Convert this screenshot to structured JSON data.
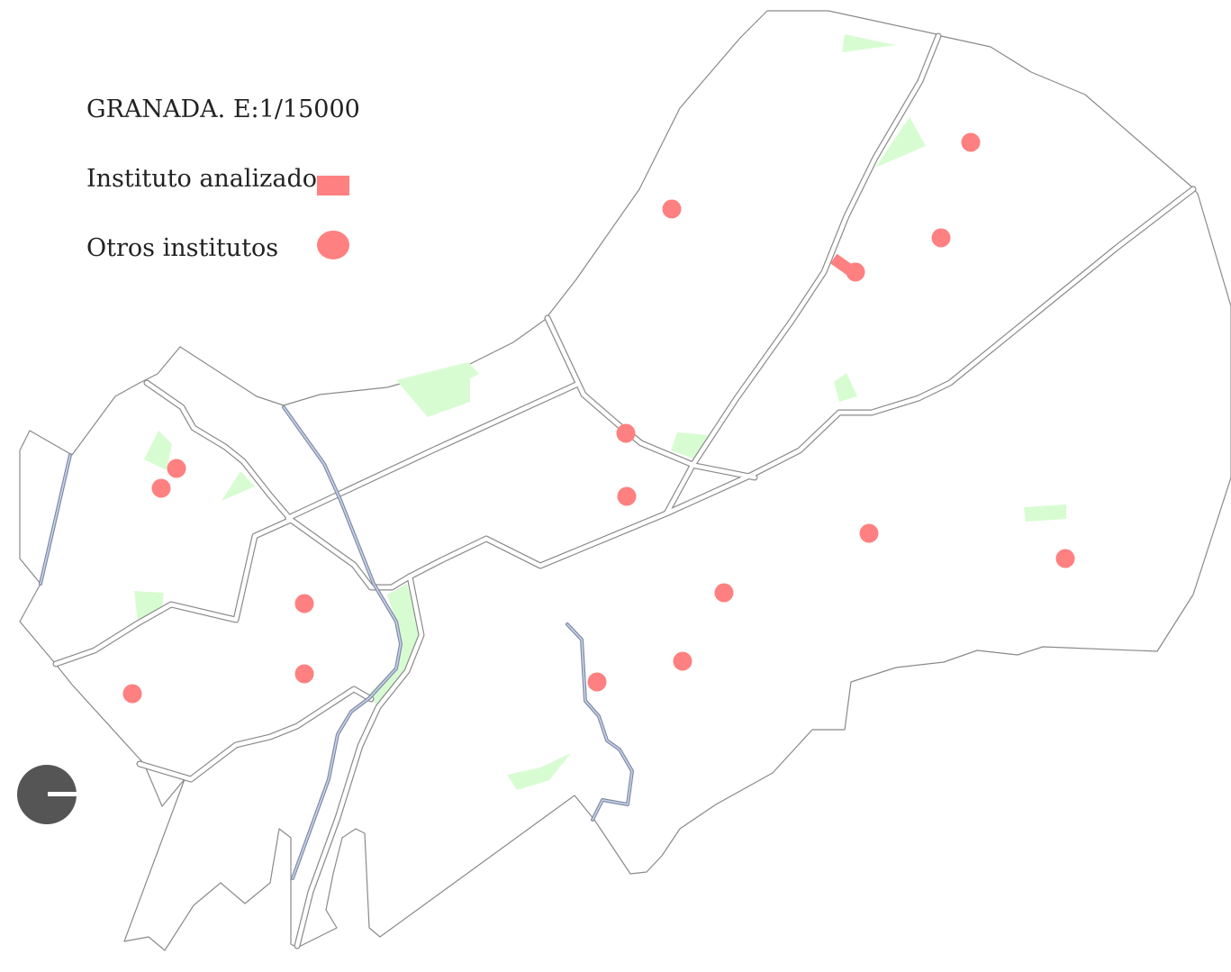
{
  "title": "GRANADA. E:1/15000",
  "legend": {
    "analyzed_label": "Instituto analizado",
    "others_label": "Otros institutos"
  },
  "colors": {
    "institute": "#fe8080",
    "green_space": "#d8fcd2",
    "boundary": "#8a8a8a",
    "river": "#7f8aa5",
    "north_symbol": "#555555"
  },
  "icons": {
    "north_arrow": "north-arrow-icon",
    "analyzed_marker": "rectangle-marker",
    "other_marker": "circle-marker"
  }
}
